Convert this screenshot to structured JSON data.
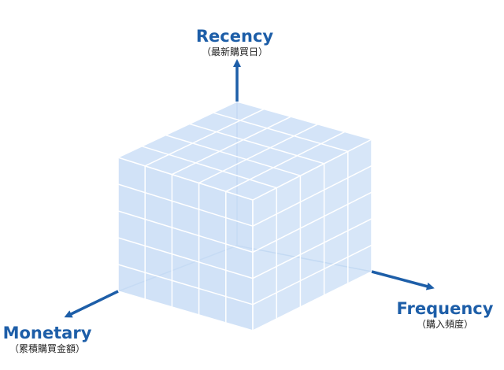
{
  "axes": {
    "recency": {
      "title": "Recency",
      "subtitle": "（最新購買日）"
    },
    "frequency": {
      "title": "Frequency",
      "subtitle": "（購入頻度）"
    },
    "monetary": {
      "title": "Monetary",
      "subtitle": "（累積購買金額）"
    }
  },
  "colors": {
    "axis": "#1d5ea8",
    "cube_fill": "#c9ddf6",
    "grid_line": "#ffffff"
  },
  "cube": {
    "divisions": 5
  }
}
